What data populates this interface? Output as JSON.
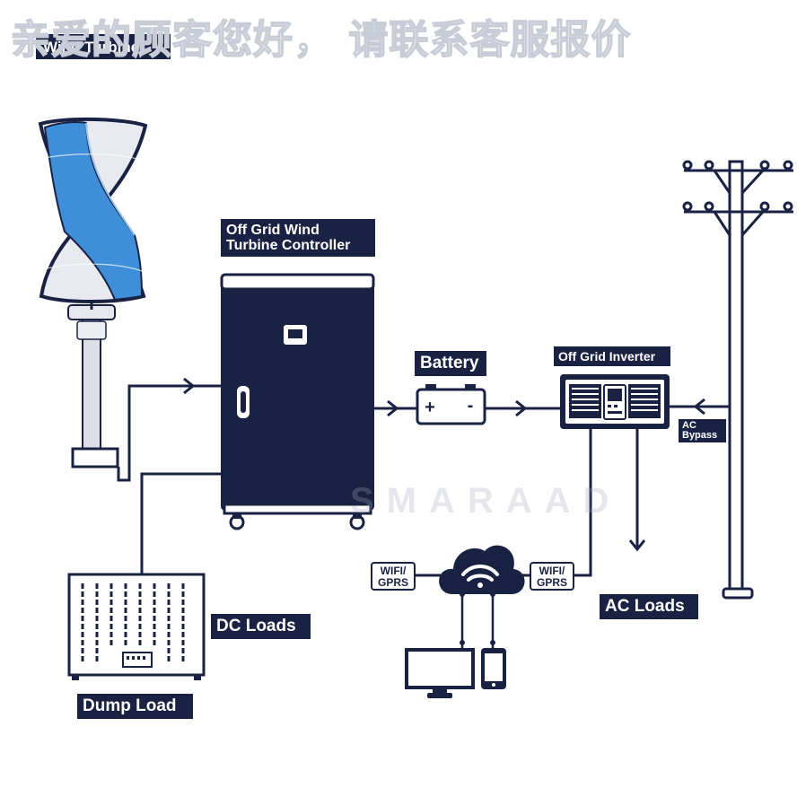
{
  "watermark_text": "亲爱的顾客您好， 请联系客服报价",
  "labels": {
    "wind_turbine": "Wind Turbine",
    "controller": "Off Grid Wind Turbine Controller",
    "battery": "Battery",
    "inverter": "Off Grid Inverter",
    "ac_bypass": "AC Bypass",
    "dc_loads": "DC Loads",
    "ac_loads": "AC Loads",
    "dump_load": "Dump Load",
    "wifi_left": "WIFI/ GPRS",
    "wifi_right": "WIFI/ GPRS",
    "brand": "SMARAAD"
  },
  "battery_terminals": {
    "positive": "+",
    "negative": "-"
  },
  "colors": {
    "navy": "#1a2244",
    "blade_blue": "#3f8fd8",
    "blade_white": "#e8eaef",
    "line": "#1a2244"
  },
  "icons": [
    "wind-turbine-icon",
    "controller-cabinet-icon",
    "battery-icon",
    "inverter-icon",
    "power-pole-icon",
    "dump-load-icon",
    "cloud-wifi-icon",
    "monitor-icon",
    "phone-icon"
  ]
}
